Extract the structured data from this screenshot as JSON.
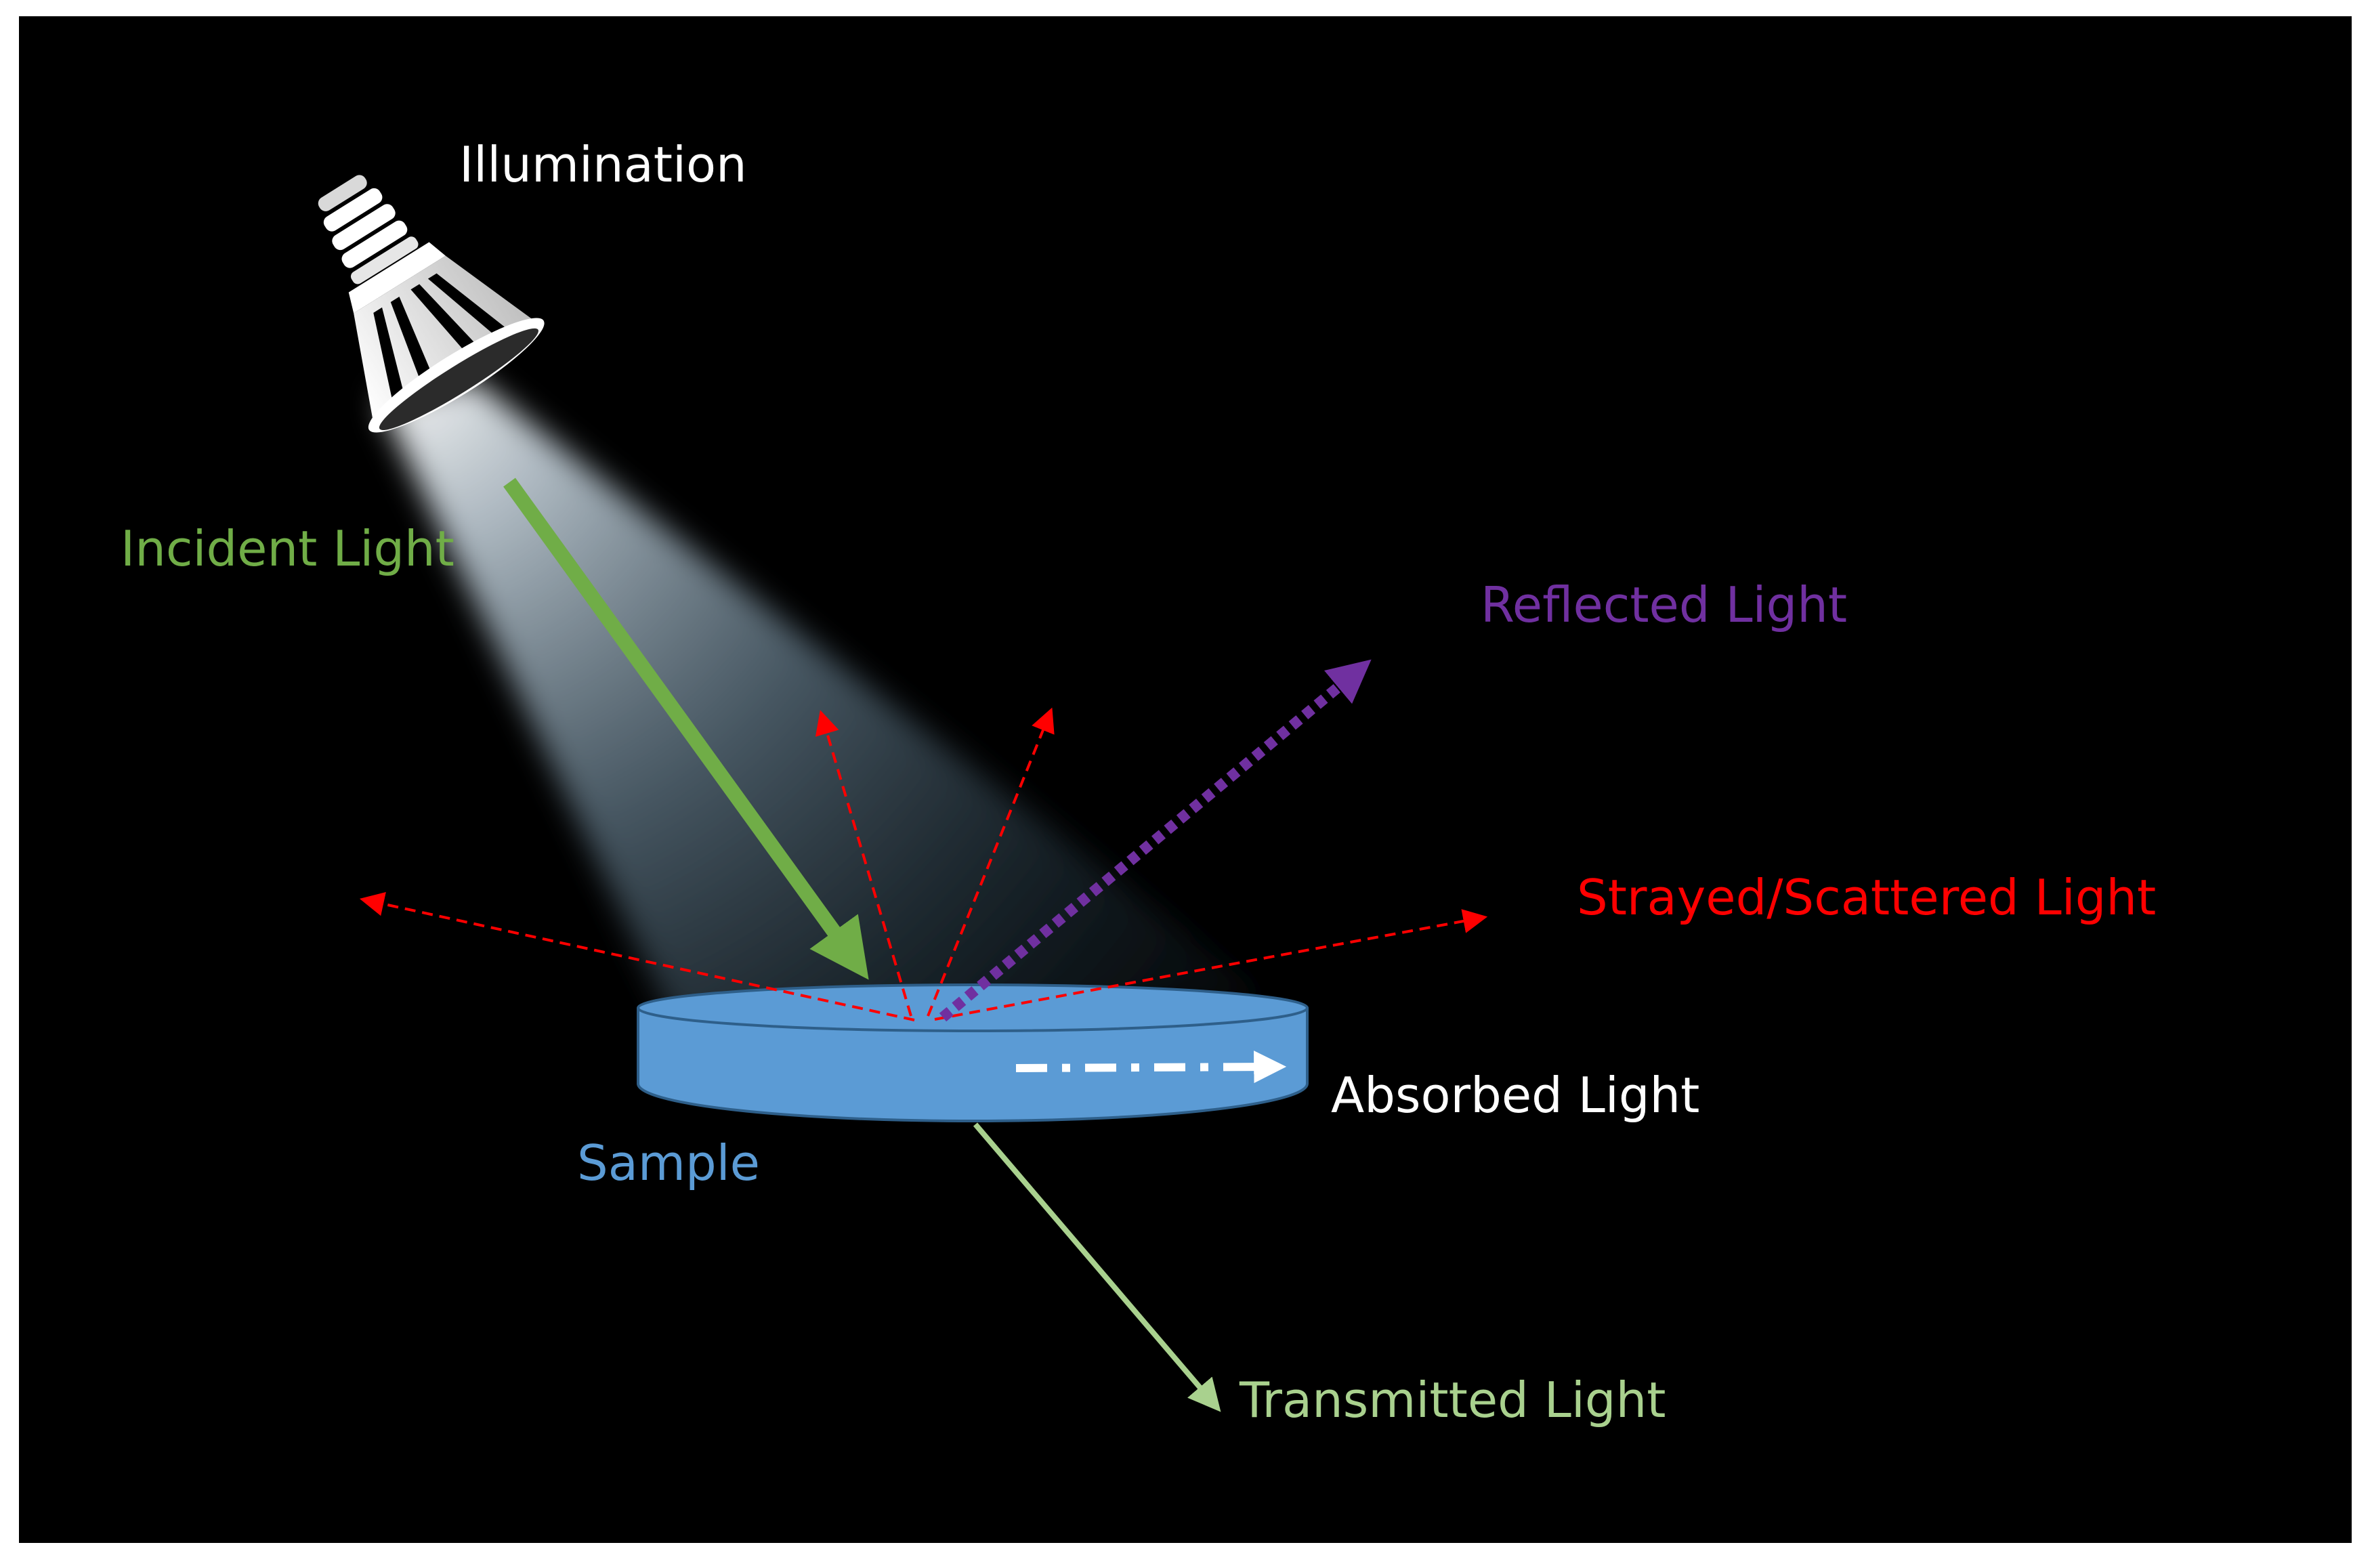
{
  "labels": {
    "illumination": "Illumination",
    "incident": "Incident Light",
    "reflected": "Reflected Light",
    "scattered": "Strayed/Scattered Light",
    "absorbed": "Absorbed Light",
    "sample": "Sample",
    "transmitted": "Transmitted Light"
  },
  "colors": {
    "background": "#000000",
    "frame": "#ffffff",
    "illumination": "#ffffff",
    "incident": "#70ad47",
    "reflected": "#7030a0",
    "scattered": "#ff0000",
    "absorbed": "#ffffff",
    "sample": "#5b9bd5",
    "transmitted": "#a9d18e"
  },
  "icons": {
    "light_source": "light-bulb-icon"
  }
}
